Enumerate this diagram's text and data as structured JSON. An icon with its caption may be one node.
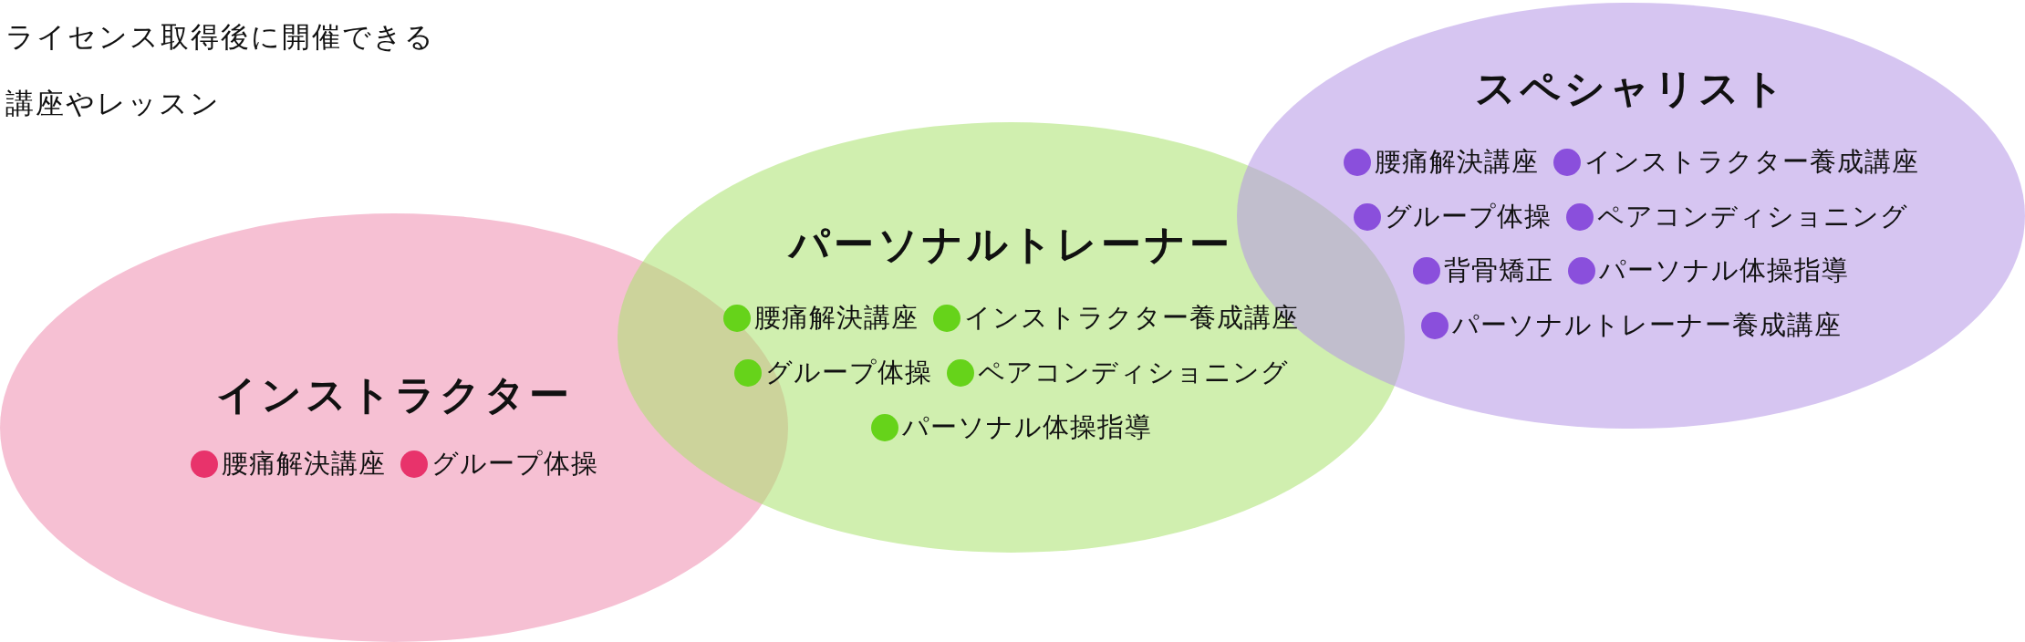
{
  "diagram": {
    "title": "ライセンス取得後に開催できる講座やレッスン",
    "nodes": [
      {
        "text": [
          "インストラクター",
          "腰痛解決講座",
          "グループ体操"
        ]
      },
      {
        "text": [
          "パーソナルトレーナー",
          "腰痛解決講座",
          "インストラクター養成講座",
          "グループ体操",
          "ペアコンディショニング",
          "パーソナル体操指導"
        ]
      },
      {
        "text": [
          "スペシャリスト",
          "腰痛解決講座",
          "インストラクター養成講座",
          "グループ体操",
          "ペアコンディショニング",
          "背骨矯正",
          "パーソナル体操指導",
          "パーソナルトレーナー養成講座"
        ]
      }
    ],
    "edges": []
  }
}
